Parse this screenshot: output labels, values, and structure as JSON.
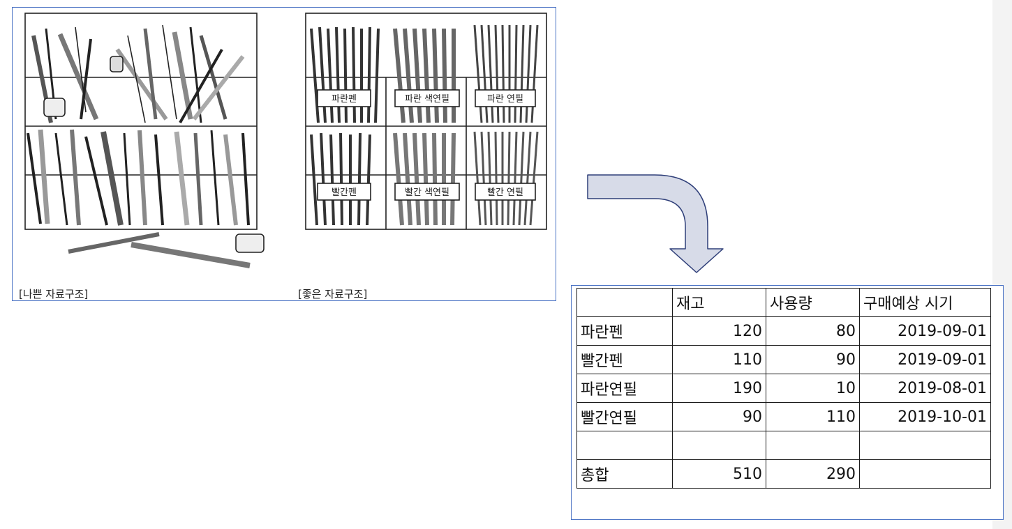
{
  "captions": {
    "bad": "[나쁜 자료구조]",
    "good": "[좋은 자료구조]"
  },
  "labels": {
    "blue_pen": "파란펜",
    "blue_colored_pencil": "파란 색연필",
    "blue_pencil": "파란 연필",
    "red_pen": "빨간펜",
    "red_colored_pencil": "빨간 색연필",
    "red_pencil": "빨간 연필"
  },
  "table": {
    "headers": [
      "",
      "재고",
      "사용량",
      "구매예상 시기"
    ],
    "rows": [
      [
        "파란펜",
        "120",
        "80",
        "2019-09-01"
      ],
      [
        "빨간펜",
        "110",
        "90",
        "2019-09-01"
      ],
      [
        "파란연필",
        "190",
        "10",
        "2019-08-01"
      ],
      [
        "빨간연필",
        "90",
        "110",
        "2019-10-01"
      ],
      [
        "",
        "",
        "",
        ""
      ],
      [
        "총합",
        "510",
        "290",
        ""
      ]
    ]
  },
  "colors": {
    "frame_border": "#4a72c4",
    "arrow_fill": "#d7dbe8",
    "arrow_stroke": "#2f3f79"
  }
}
